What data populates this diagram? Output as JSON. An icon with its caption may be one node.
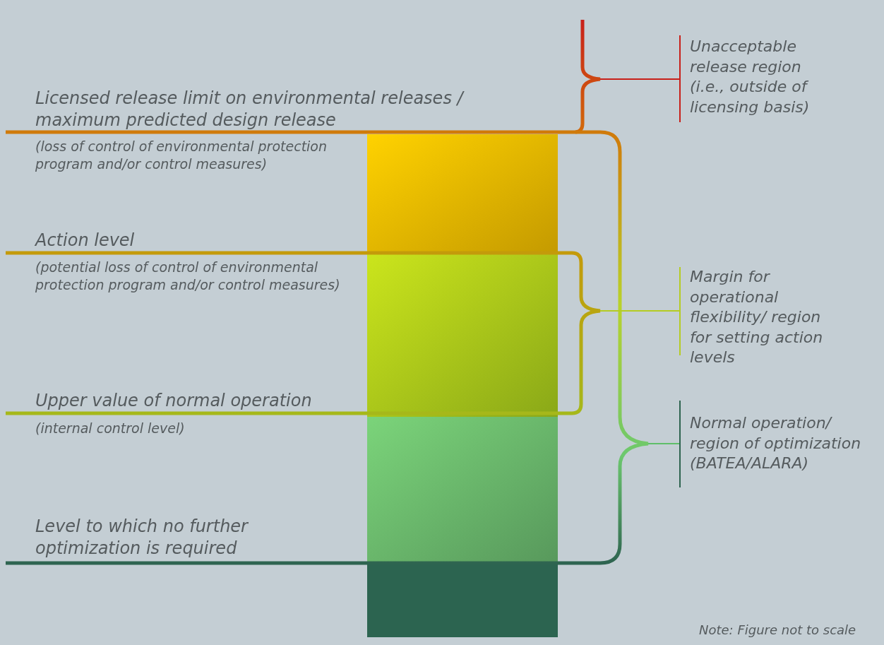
{
  "diagram": {
    "labels": [
      "Unacceptable release region (i.e., outside of licensing basis)",
      "Licensed release limit on environmental releases / maximum predicted design release",
      "(loss of control of environmental protection program and/or control measures)",
      "Action level",
      "(potential loss of control of environmental protection program and/or control measures)",
      "Margin for operational flexibility/ region for setting action levels",
      "Upper value of normal operation",
      "(internal control level)",
      "Normal operation/ region of optimization (BATEA/ALARA)",
      "Level to which no further optimization is required",
      "Note: Figure not to scale"
    ]
  }
}
